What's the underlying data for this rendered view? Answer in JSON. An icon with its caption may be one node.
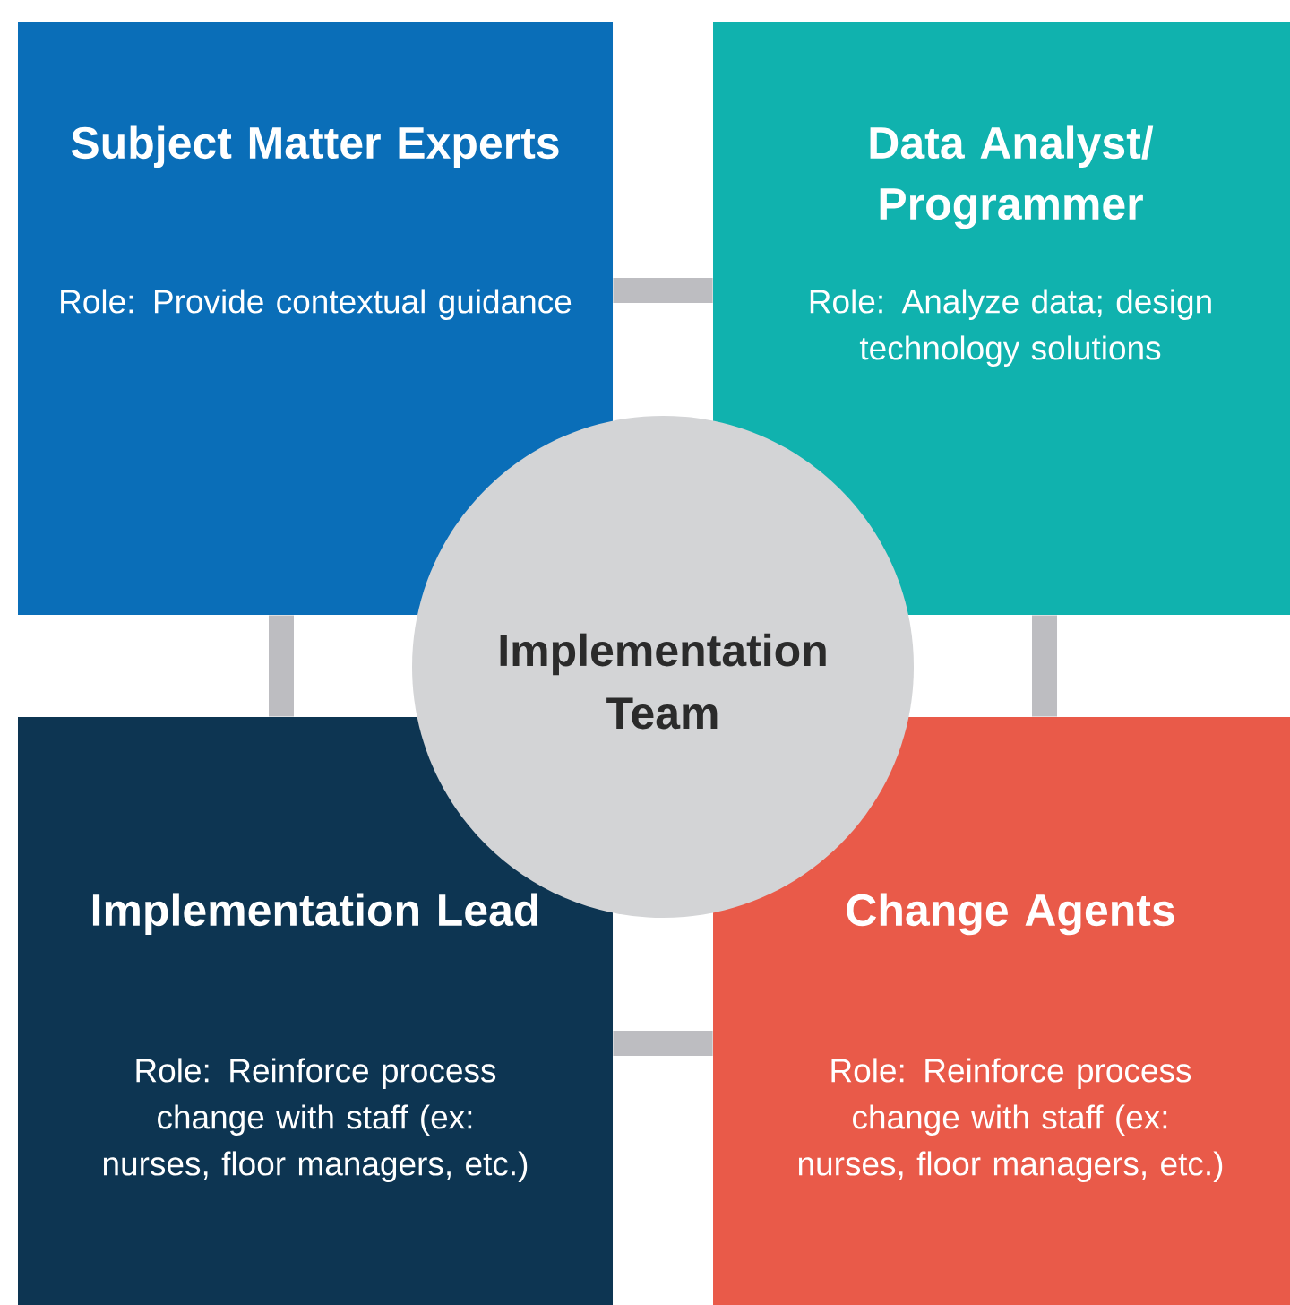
{
  "diagram": {
    "nodes": [
      {
        "text": [
          "Subject Matter Experts",
          "Role: Provide contextual guidance"
        ]
      },
      {
        "text": [
          "Data Analyst/ Programmer",
          "Role: Analyze data; design technology solutions"
        ]
      },
      {
        "text": [
          "Implementation Lead",
          "Role: Reinforce process change with staff (ex: nurses, floor managers, etc.)"
        ]
      },
      {
        "text": [
          "Change Agents",
          "Role: Reinforce process change with staff (ex: nurses, floor managers, etc.)"
        ]
      },
      {
        "text": [
          "Implementation Team"
        ]
      }
    ],
    "edges": [
      {
        "from": 0,
        "to": 1,
        "arrow": "none"
      },
      {
        "from": 0,
        "to": 2,
        "arrow": "none"
      },
      {
        "from": 1,
        "to": 3,
        "arrow": "none"
      },
      {
        "from": 2,
        "to": 3,
        "arrow": "none"
      }
    ]
  }
}
